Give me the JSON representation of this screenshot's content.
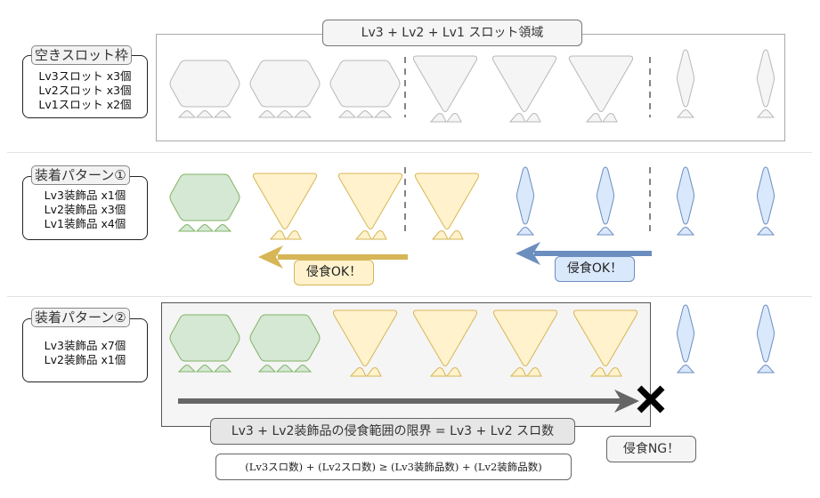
{
  "colors": {
    "empty_fill": "#f5f5f5",
    "empty_stroke": "#b8b8b8",
    "lv3_fill": "#d5e8d4",
    "lv3_stroke": "#82b366",
    "lv2_fill": "#fff2cc",
    "lv2_stroke": "#d6b656",
    "lv1_fill": "#dae8fc",
    "lv1_stroke": "#6c8ebf",
    "arrow_gold": "#d6b656",
    "arrow_blue": "#6c8ebf",
    "arrow_gray": "#666666"
  },
  "section_empty": {
    "region_label": "Lv3 + Lv2 + Lv1 スロット領域",
    "legend": {
      "title": "空きスロット枠",
      "lines": [
        "Lv3スロット x3個",
        "Lv2スロット x3個",
        "Lv1スロット x2個"
      ]
    },
    "slots": [
      "lv3",
      "lv3",
      "lv3",
      "lv2",
      "lv2",
      "lv2",
      "lv1",
      "lv1"
    ]
  },
  "section_pattern1": {
    "legend": {
      "title": "装着パターン①",
      "lines": [
        "Lv3装飾品 x1個",
        "Lv2装飾品 x3個",
        "Lv1装飾品 x4個"
      ]
    },
    "decorations": [
      "lv3",
      "lv2",
      "lv2",
      "lv2",
      "lv1",
      "lv1",
      "lv1",
      "lv1"
    ],
    "arrows": [
      {
        "color": "gold",
        "label": "侵食OK！"
      },
      {
        "color": "blue",
        "label": "侵食OK！"
      }
    ]
  },
  "section_pattern2": {
    "legend": {
      "title": "装着パターン②",
      "lines": [
        "Lv3装飾品 x7個",
        "Lv2装飾品 x1個"
      ]
    },
    "decorations": [
      "lv3",
      "lv3",
      "lv2",
      "lv2",
      "lv2",
      "lv2",
      "lv1",
      "lv1"
    ],
    "limit_label": "Lv3 + Lv2装飾品の侵食範囲の限界 = Lv3 + Lv2 スロ数",
    "formula": "(Lv3スロ数) + (Lv2スロ数) ≥ (Lv3装飾品数) + (Lv2装飾品数)",
    "ng_label": "侵食NG！",
    "ng_icon": "cross-mark"
  }
}
